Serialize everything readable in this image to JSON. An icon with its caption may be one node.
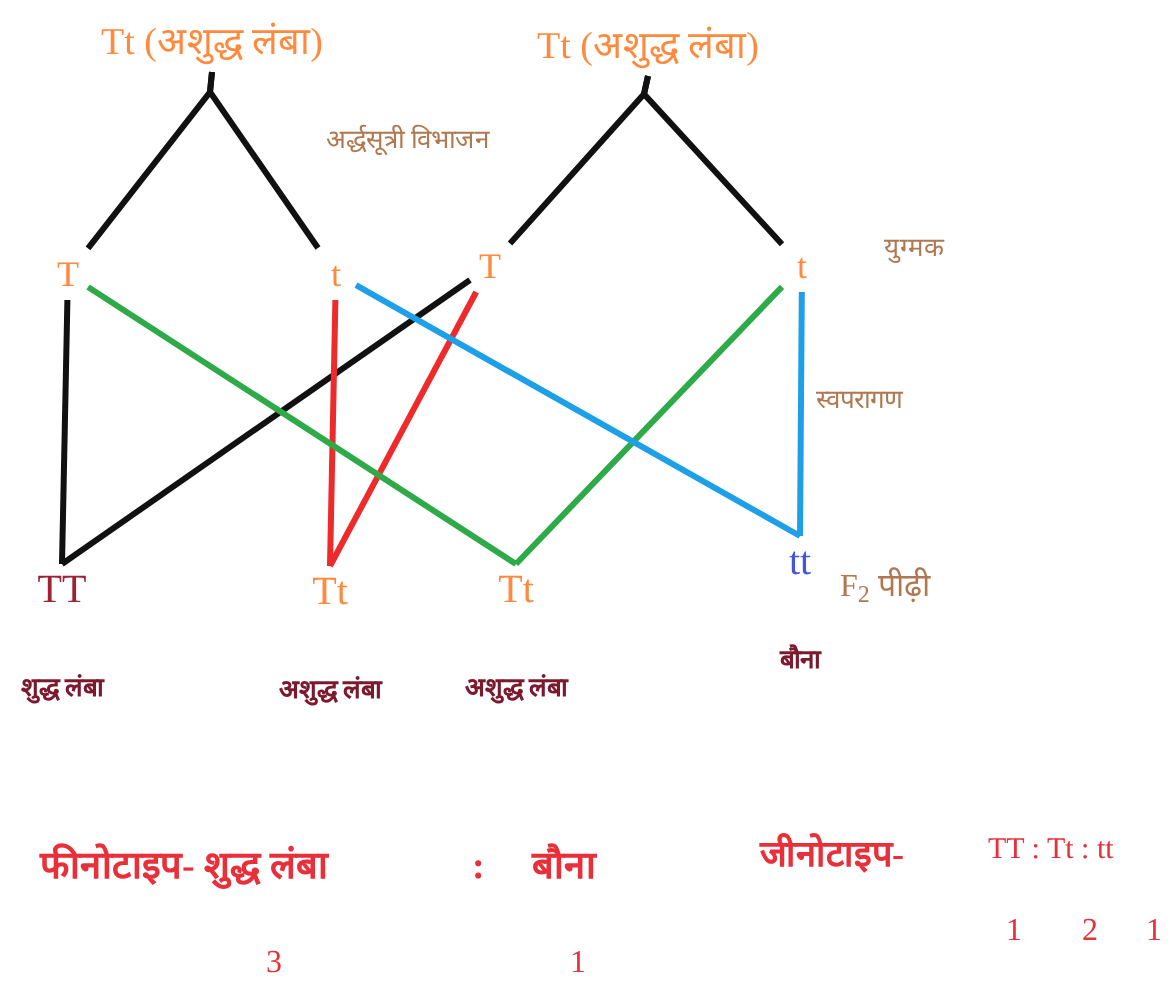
{
  "diagram": {
    "nodes": [
      {
        "text": [
          "Tt (अशुद्ध लंबा)"
        ]
      },
      {
        "text": [
          "Tt (अशुद्ध लंबा)"
        ]
      },
      {
        "text": [
          "T"
        ]
      },
      {
        "text": [
          "t"
        ]
      },
      {
        "text": [
          "T"
        ]
      },
      {
        "text": [
          "t"
        ]
      },
      {
        "text": [
          "TT"
        ],
        "beside": [
          "शुद्ध लंबा"
        ]
      },
      {
        "text": [
          "Tt"
        ],
        "beside": [
          "अशुद्ध लंबा"
        ]
      },
      {
        "text": [
          "Tt"
        ],
        "beside": [
          "अशुद्ध लंबा"
        ]
      },
      {
        "text": [
          "tt"
        ],
        "beside": [
          "बौना"
        ]
      }
    ],
    "edges": [
      {
        "from": 0,
        "to": 2,
        "arrow": "none"
      },
      {
        "from": 0,
        "to": 3,
        "arrow": "none"
      },
      {
        "from": 1,
        "to": 4,
        "arrow": "none"
      },
      {
        "from": 1,
        "to": 5,
        "arrow": "none"
      },
      {
        "from": 2,
        "to": 6,
        "arrow": "none"
      },
      {
        "from": 4,
        "to": 6,
        "arrow": "none"
      },
      {
        "from": 3,
        "to": 7,
        "arrow": "none",
        "color": "#ee2a2a"
      },
      {
        "from": 4,
        "to": 7,
        "arrow": "none",
        "color": "#ee2a2a"
      },
      {
        "from": 2,
        "to": 8,
        "arrow": "none",
        "color": "#2eaa48"
      },
      {
        "from": 5,
        "to": 8,
        "arrow": "none",
        "color": "#2eaa48"
      },
      {
        "from": 3,
        "to": 9,
        "arrow": "none",
        "color": "#1ea0e8"
      },
      {
        "from": 5,
        "to": 9,
        "arrow": "none",
        "color": "#1ea0e8"
      }
    ],
    "labels": [
      "अर्द्धसूत्री विभाजन",
      "युग्मक",
      "स्वपरागण",
      "F$_{2}$ पीढ़ी",
      "फीनोटाइप- शुद्ध लंबा",
      ":",
      "बौना",
      "जीनोटाइप-",
      "TT : Tt : tt",
      "1",
      "2",
      "1",
      "3",
      "1"
    ]
  }
}
